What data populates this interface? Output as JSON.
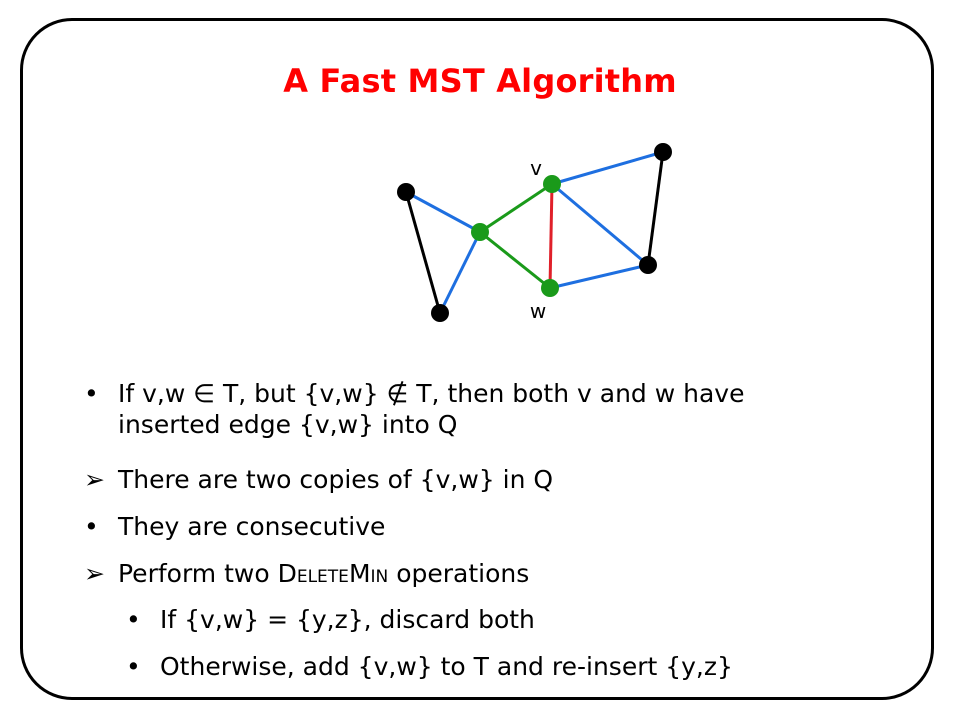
{
  "slide": {
    "title": "A Fast MST Algorithm",
    "graph": {
      "label_v": "v",
      "label_w": "w",
      "colors": {
        "tree_edge": "#1a9a1a",
        "query_edge": "#e0202a",
        "other_edge": "#1e6fe0",
        "black_edge": "#000000",
        "tree_node": "#1a9a1a",
        "other_node": "#000000"
      }
    },
    "bullets": [
      {
        "marker": "•",
        "line1": "If v,w ∈ T, but {v,w} ∉ T, then both v and w have",
        "line2": "inserted edge {v,w} into Q"
      },
      {
        "marker": "➢",
        "text": "There are two copies of {v,w} in Q"
      },
      {
        "marker": "•",
        "text": "They are consecutive"
      },
      {
        "marker": "➢",
        "pre": "Perform two ",
        "d1": "D",
        "d2": "ELETE",
        "m1": "M",
        "m2": "IN",
        "post": " operations"
      },
      {
        "marker": "•",
        "text": "If {v,w} = {y,z}, discard both"
      },
      {
        "marker": "•",
        "text": "Otherwise, add {v,w} to T and re-insert {y,z}"
      }
    ]
  }
}
